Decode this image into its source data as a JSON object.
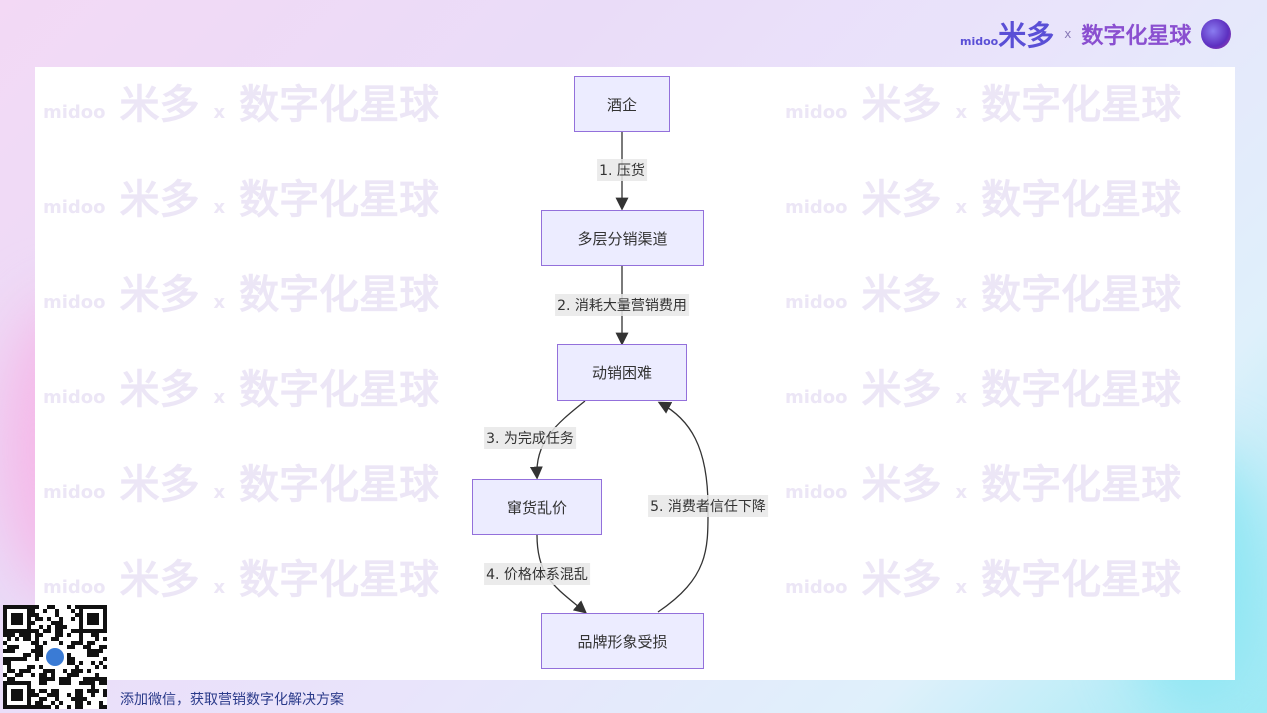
{
  "brand": {
    "logo_text": "midoo",
    "name": "米多",
    "separator": "x",
    "partner": "数字化星球"
  },
  "watermark": {
    "text": "midoo 米多 x 数字化星球"
  },
  "diagram": {
    "nodes": [
      {
        "id": "a",
        "label": "酒企"
      },
      {
        "id": "b",
        "label": "多层分销渠道"
      },
      {
        "id": "c",
        "label": "动销困难"
      },
      {
        "id": "d",
        "label": "窜货乱价"
      },
      {
        "id": "e",
        "label": "品牌形象受损"
      }
    ],
    "edges": [
      {
        "from": "a",
        "to": "b",
        "label": "1. 压货"
      },
      {
        "from": "b",
        "to": "c",
        "label": "2. 消耗大量营销费用"
      },
      {
        "from": "c",
        "to": "d",
        "label": "3. 为完成任务"
      },
      {
        "from": "d",
        "to": "e",
        "label": "4. 价格体系混乱"
      },
      {
        "from": "e",
        "to": "c",
        "label": "5. 消费者信任下降"
      }
    ]
  },
  "footer": {
    "text": "添加微信，获取营销数字化解决方案"
  },
  "colors": {
    "node_fill": "#ececff",
    "node_border": "#9370db",
    "edge": "#333333"
  }
}
